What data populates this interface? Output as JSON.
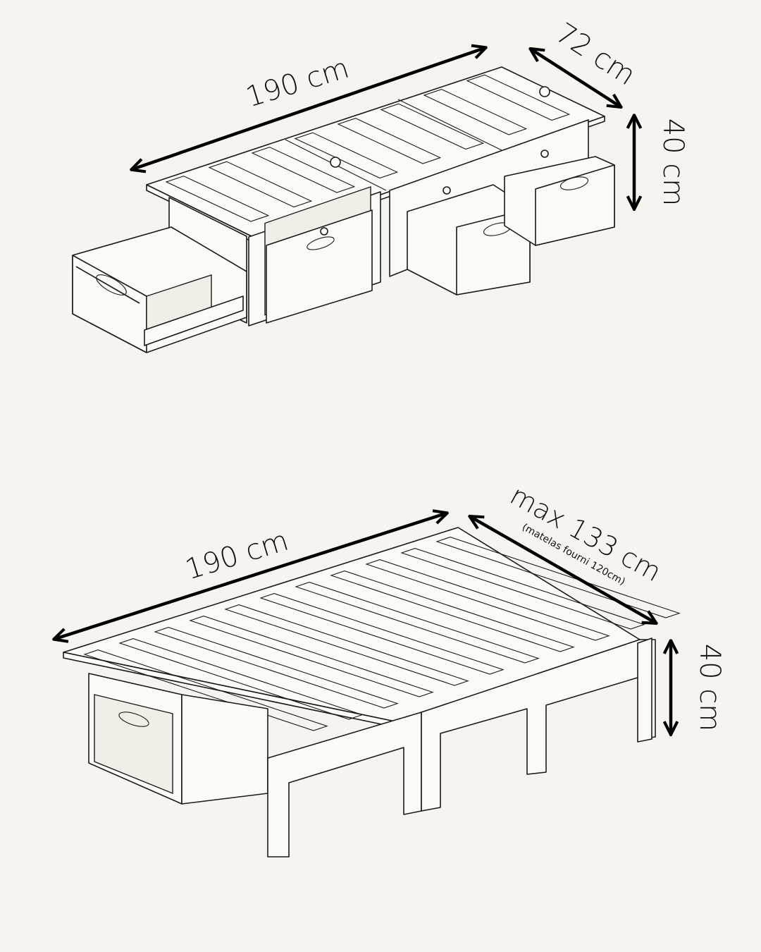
{
  "figure_top": {
    "length_label": "190 cm",
    "depth_label": "72 cm",
    "height_label": "40 cm"
  },
  "figure_bottom": {
    "length_label": "190 cm",
    "width_label": "max 133 cm",
    "width_note": "(matelas fourni 120cm)",
    "height_label": "40 cm"
  },
  "colors": {
    "background": "#f7f4ef",
    "ink": "#1a1a1a",
    "panel": "#fdfcf9"
  }
}
